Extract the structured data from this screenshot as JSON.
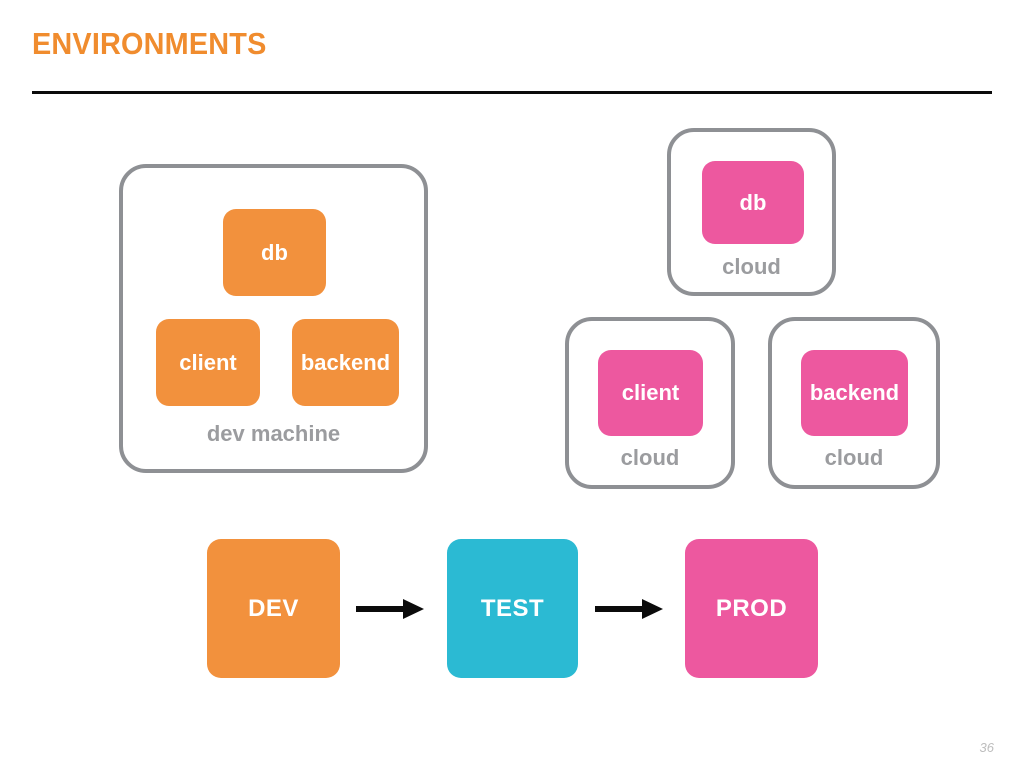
{
  "slide": {
    "title": "ENVIRONMENTS",
    "page_number": "36",
    "title_color": "#F08C2E",
    "rule_color": "#0b0b0b",
    "group_border_color": "#8E9094",
    "group_label_color": "#9B9C9F",
    "page_number_color": "#BDBDBD"
  },
  "dev_machine": {
    "label": "dev machine",
    "node_color": "#F2913D",
    "nodes": [
      {
        "label": "db"
      },
      {
        "label": "client"
      },
      {
        "label": "backend"
      }
    ]
  },
  "cloud_groups": [
    {
      "label": "cloud",
      "node": {
        "label": "db"
      },
      "node_color": "#ED589F"
    },
    {
      "label": "cloud",
      "node": {
        "label": "client"
      },
      "node_color": "#ED589F"
    },
    {
      "label": "cloud",
      "node": {
        "label": "backend"
      },
      "node_color": "#ED589F"
    }
  ],
  "pipeline": {
    "arrow_color": "#0b0b0b",
    "stages": [
      {
        "label": "DEV",
        "color": "#F2913D"
      },
      {
        "label": "TEST",
        "color": "#2BBAD3"
      },
      {
        "label": "PROD",
        "color": "#ED589F"
      }
    ]
  }
}
